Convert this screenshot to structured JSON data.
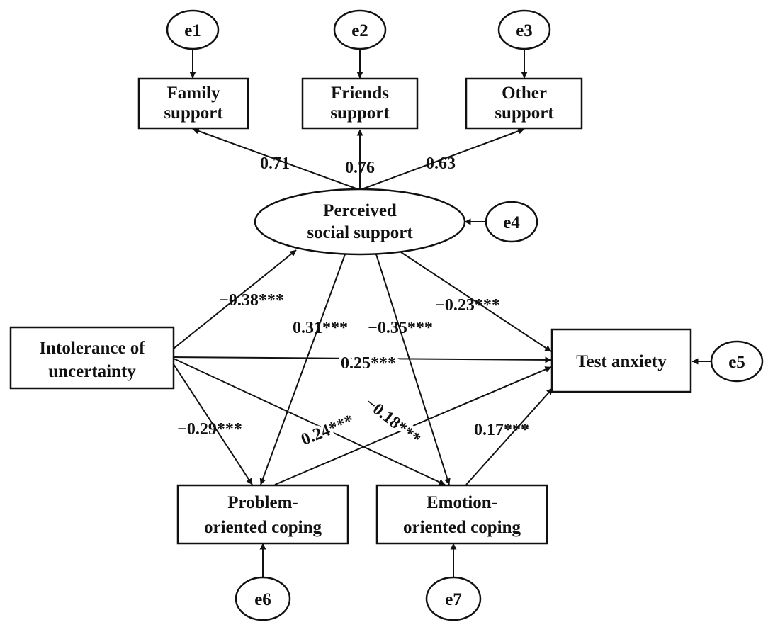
{
  "diagram": {
    "errors": {
      "e1": "e1",
      "e2": "e2",
      "e3": "e3",
      "e4": "e4",
      "e5": "e5",
      "e6": "e6",
      "e7": "e7"
    },
    "nodes": {
      "family": [
        "Family",
        "support"
      ],
      "friends": [
        "Friends",
        "support"
      ],
      "other": [
        "Other",
        "support"
      ],
      "pss": [
        "Perceived",
        "social support"
      ],
      "iu": [
        "Intolerance of",
        "uncertainty"
      ],
      "ta": [
        "Test anxiety"
      ],
      "poc": [
        "Problem-",
        "oriented coping"
      ],
      "eoc": [
        "Emotion-",
        "oriented coping"
      ]
    },
    "coefficients": {
      "pss_family": "0.71",
      "pss_friends": "0.76",
      "pss_other": "0.63",
      "iu_pss": "−0.38***",
      "pss_poc": "0.31***",
      "pss_eoc": "−0.35***",
      "pss_ta": "−0.23***",
      "iu_ta": "0.25***",
      "iu_poc": "−0.29***",
      "iu_eoc": "0.24***",
      "poc_ta": "−0.18***",
      "eoc_ta": "0.17***"
    }
  }
}
